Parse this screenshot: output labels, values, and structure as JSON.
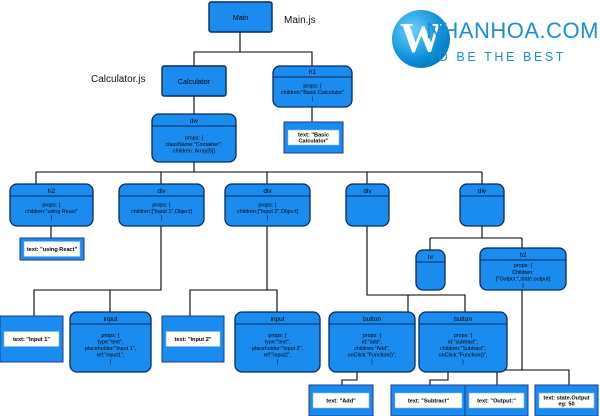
{
  "labels": {
    "main_js": "Main.js",
    "calculator_js": "Calculator.js"
  },
  "logo": {
    "name": "NHANHOA.COM",
    "slogan": "TO BE THE BEST",
    "mark": "W"
  },
  "colors": {
    "node_fill": "#1a8cf0",
    "node_stroke": "#0b2a5c",
    "leaf_stroke": "#1f3a8a",
    "text": "#000000"
  },
  "nodes": {
    "main": {
      "title": "Main"
    },
    "calculator": {
      "title": "Calculator"
    },
    "h1": {
      "title": "h1",
      "body": [
        "props: {",
        "children:\"Basic Calculator\"",
        "}"
      ]
    },
    "h1_text": {
      "body": [
        "text: \"Basic",
        "Calculator\""
      ]
    },
    "div_root": {
      "title": "div",
      "body": [
        "props: {",
        "className:\"Container\",",
        "children: Array[5]}"
      ]
    },
    "h2_a": {
      "title": "h2",
      "body": [
        "props: {",
        "children:\"using React\"",
        "}"
      ]
    },
    "h2_a_text": {
      "body": [
        "text: \"using React\""
      ]
    },
    "div_1": {
      "title": "div",
      "body": [
        "props: {",
        "children:[\"Input 1\",Object]",
        "}"
      ]
    },
    "div_2": {
      "title": "div",
      "body": [
        "props: {",
        "children:[\"Input 2\",Object]",
        "}"
      ]
    },
    "div_3": {
      "title": "div"
    },
    "div_4": {
      "title": "div"
    },
    "hr": {
      "title": "hr"
    },
    "h2_b": {
      "title": "h2",
      "body": [
        "props: {",
        "Children:",
        "[\"Output:\",state.output]",
        "}"
      ]
    },
    "input1_text": {
      "body": [
        "text: \"Input 1\""
      ]
    },
    "input_1": {
      "title": "input",
      "body": [
        "props: {",
        "type:\"text\",",
        "placeholder:\"Input 1\",",
        "ref:\"input1\",",
        "}"
      ]
    },
    "input2_text": {
      "body": [
        "text: \"Input 2\""
      ]
    },
    "input_2": {
      "title": "input",
      "body": [
        "props: {",
        "type:\"text\",",
        "placeholder:\"Input 2\",",
        "ref:\"input2\",",
        "}"
      ]
    },
    "button_add": {
      "title": "button",
      "body": [
        "props: {",
        "id:\"add\",",
        "children:\"Add\",",
        "onClick:\"Function()\",",
        "}"
      ]
    },
    "button_sub": {
      "title": "button",
      "body": [
        "props: {",
        "id:\"subtract\",",
        "children:\"Subtract\",",
        "onClick:\"Function()\",",
        "}"
      ]
    },
    "add_text": {
      "body": [
        "text: \"Add\""
      ]
    },
    "sub_text": {
      "body": [
        "text: \"Subtract\""
      ]
    },
    "output_text": {
      "body": [
        "text: \"Output:\""
      ]
    },
    "state_text": {
      "body": [
        "text: state.Output",
        "eg: 50"
      ]
    }
  }
}
